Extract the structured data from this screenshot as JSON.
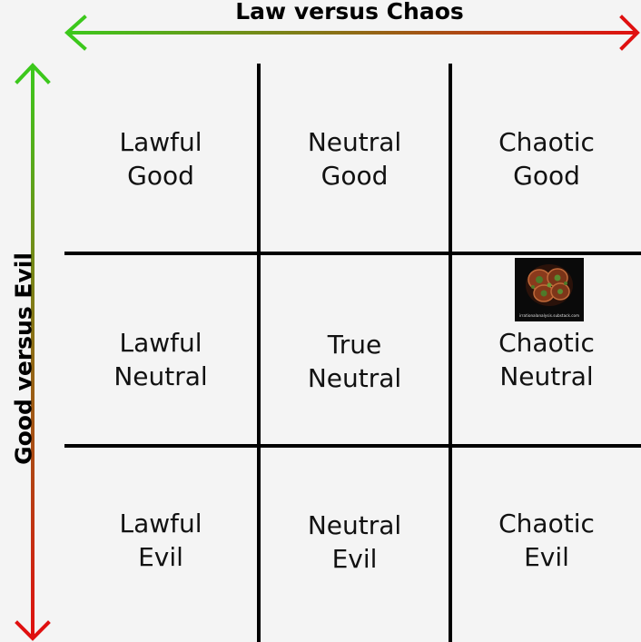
{
  "axes": {
    "horizontal_title": "Law versus Chaos",
    "vertical_title": "Good versus Evil",
    "horizontal_gradient": [
      "#3cc81c",
      "#e01010"
    ],
    "vertical_gradient": [
      "#3cc81c",
      "#e01010"
    ]
  },
  "grid": {
    "line_color": "#000000",
    "cells": [
      [
        {
          "line1": "Lawful",
          "line2": "Good"
        },
        {
          "line1": "Neutral",
          "line2": "Good"
        },
        {
          "line1": "Chaotic",
          "line2": "Good"
        }
      ],
      [
        {
          "line1": "Lawful",
          "line2": "Neutral"
        },
        {
          "line1": "True",
          "line2": "Neutral"
        },
        {
          "line1": "Chaotic",
          "line2": "Neutral"
        }
      ],
      [
        {
          "line1": "Lawful",
          "line2": "Evil"
        },
        {
          "line1": "Neutral",
          "line2": "Evil"
        },
        {
          "line1": "Chaotic",
          "line2": "Evil"
        }
      ]
    ]
  },
  "thumbnail": {
    "caption": "irrationalanalysis.substack.com",
    "colors": [
      "#8a3a1c",
      "#4e7a2a",
      "#c06a3a"
    ]
  }
}
